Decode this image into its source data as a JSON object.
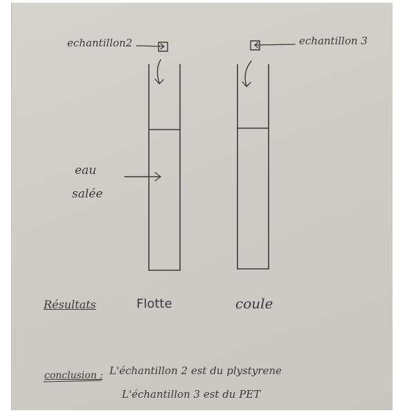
{
  "labels": {
    "sample2": "echantillon2",
    "sample3": "echantillon 3",
    "water_line1": "eau",
    "water_line2": "salée",
    "results": "Résultats",
    "result_left": "Flotte",
    "result_right": "coule",
    "conclusion": "conclusion :",
    "conclusion_line1": "L'échantillon 2 est du plystyrene",
    "conclusion_line2": "L'échantillon 3 est du PET"
  },
  "colors": {
    "ink": "#3a3a3a",
    "paper": "#d2cec9"
  }
}
